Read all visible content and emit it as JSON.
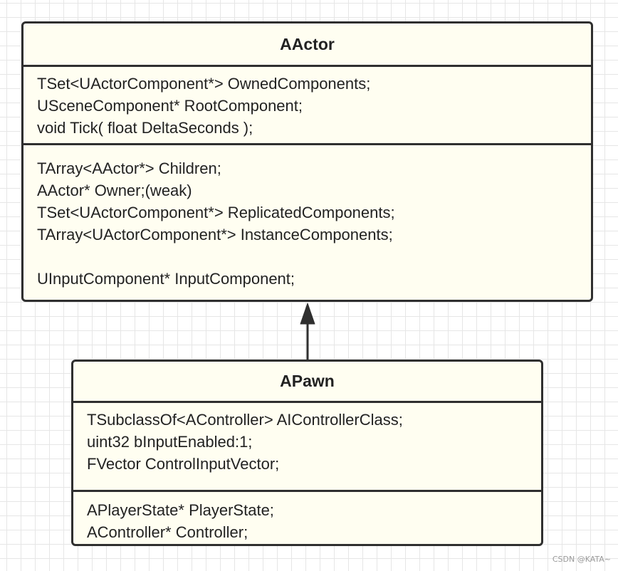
{
  "classes": {
    "aactor": {
      "name": "AActor",
      "fields": [
        "TSet<UActorComponent*> OwnedComponents;",
        "USceneComponent* RootComponent;",
        "void Tick( float DeltaSeconds );"
      ],
      "members": [
        "TArray<AActor*> Children;",
        "AActor* Owner;(weak)",
        "TSet<UActorComponent*> ReplicatedComponents;",
        "TArray<UActorComponent*> InstanceComponents;",
        "",
        "UInputComponent* InputComponent;"
      ]
    },
    "apawn": {
      "name": "APawn",
      "fields": [
        "TSubclassOf<AController> AIControllerClass;",
        "uint32 bInputEnabled:1;",
        "FVector ControlInputVector;"
      ],
      "members": [
        "APlayerState* PlayerState;",
        "AController* Controller;"
      ]
    }
  },
  "watermark": "CSDN @KATA~",
  "colors": {
    "box_fill": "#fffef1",
    "border": "#2f2f2f",
    "grid": "#e6e6e6"
  }
}
